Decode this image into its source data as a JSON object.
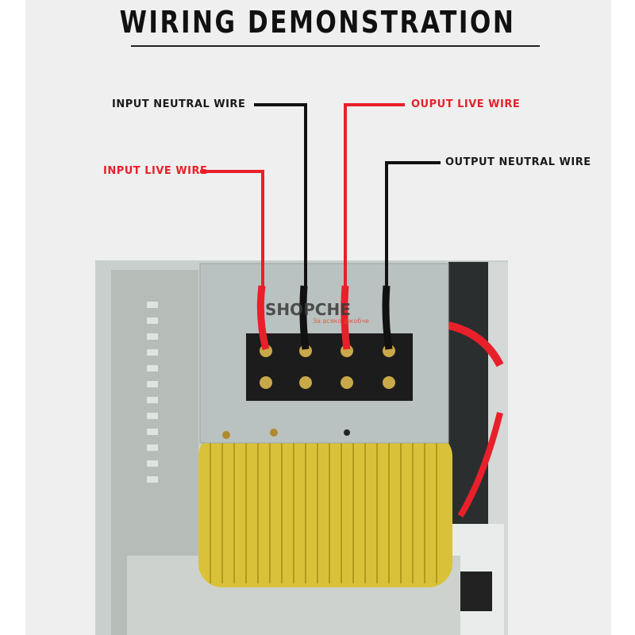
{
  "title": "WIRING DEMONSTRATION",
  "labels": {
    "input_neutral": "INPUT NEUTRAL WIRE",
    "output_live": "OUPUT LIVE WIRE",
    "input_live": "INPUT LIVE WIRE",
    "output_neutral": "OUTPUT NEUTRAL WIRE"
  },
  "watermark": {
    "brand": "SHOPCHE",
    "tagline": "За всяко джобче"
  },
  "colors": {
    "live": "#e8202a",
    "neutral": "#111111",
    "coil": "#d9c23a"
  }
}
